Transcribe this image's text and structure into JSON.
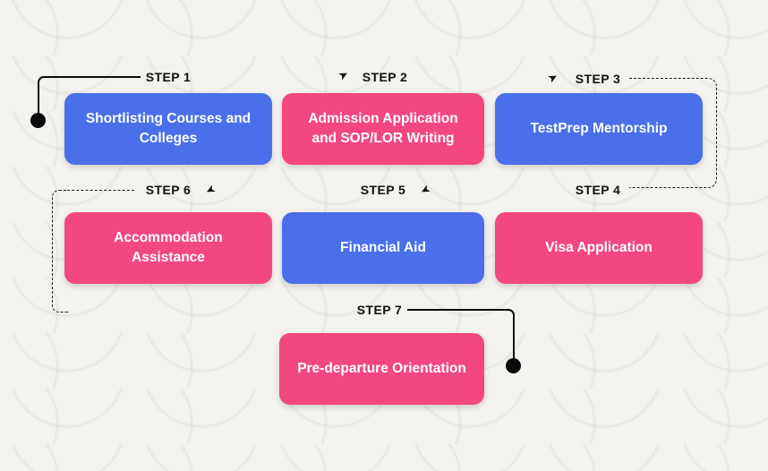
{
  "colors": {
    "blue": "#4A6FE8",
    "pink": "#F2487F",
    "line": "#0B0B0B",
    "background": "#F3F2EF"
  },
  "icons": {
    "arrow_glyph": "➤"
  },
  "steps": [
    {
      "label": "STEP 1",
      "title": "Shortlisting Courses and Colleges",
      "color": "blue"
    },
    {
      "label": "STEP 2",
      "title": "Admission Application and SOP/LOR Writing",
      "color": "pink"
    },
    {
      "label": "STEP 3",
      "title": "TestPrep Mentorship",
      "color": "blue"
    },
    {
      "label": "STEP 4",
      "title": "Visa Application",
      "color": "pink"
    },
    {
      "label": "STEP 5",
      "title": "Financial Aid",
      "color": "blue"
    },
    {
      "label": "STEP 6",
      "title": "Accommodation Assistance",
      "color": "pink"
    },
    {
      "label": "STEP 7",
      "title": "Pre-departure Orientation",
      "color": "pink"
    }
  ]
}
